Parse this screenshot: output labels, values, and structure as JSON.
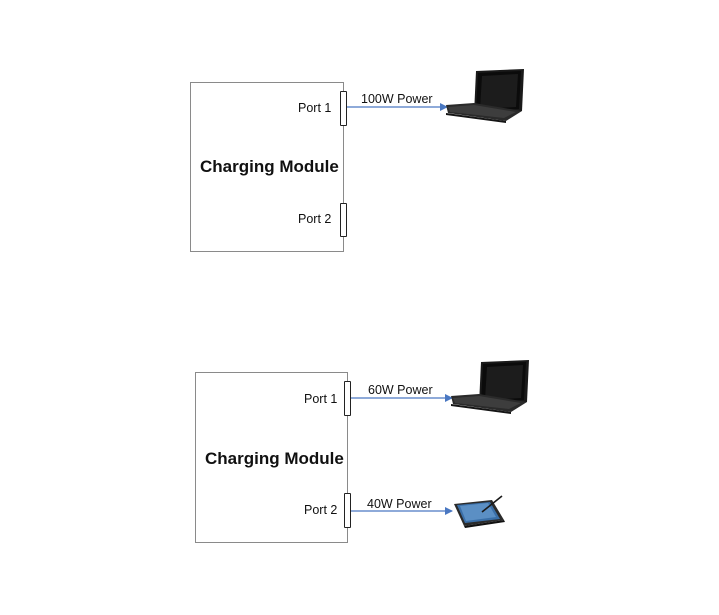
{
  "diagrams": [
    {
      "module_label": "Charging Module",
      "ports": [
        {
          "label": "Port 1",
          "power": "100W Power",
          "device": "laptop-icon"
        },
        {
          "label": "Port 2",
          "power": "",
          "device": ""
        }
      ]
    },
    {
      "module_label": "Charging Module",
      "ports": [
        {
          "label": "Port 1",
          "power": "60W Power",
          "device": "laptop-icon"
        },
        {
          "label": "Port 2",
          "power": "40W Power",
          "device": "tablet-icon"
        }
      ]
    }
  ],
  "colors": {
    "arrow": "#4a78c2",
    "border": "#8a8a8a"
  }
}
